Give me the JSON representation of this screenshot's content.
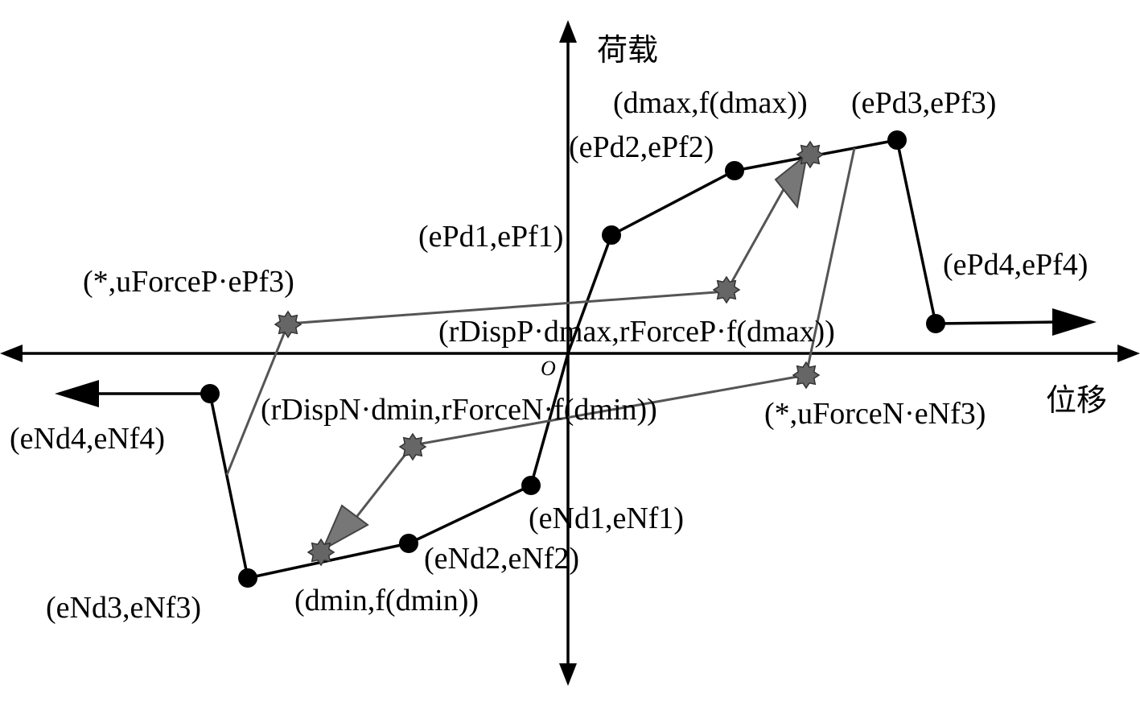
{
  "axes": {
    "y_label": "荷载",
    "x_label": "位移",
    "origin_label": "O"
  },
  "points": {
    "ePd1": "(ePd1,ePf1)",
    "ePd2": "(ePd2,ePf2)",
    "ePd3": "(ePd3,ePf3)",
    "ePd4": "(ePd4,ePf4)",
    "eNd1": "(eNd1,eNf1)",
    "eNd2": "(eNd2,eNf2)",
    "eNd3": "(eNd3,eNf3)",
    "eNd4": "(eNd4,eNf4)",
    "dmax": "(dmax,f(dmax))",
    "dmin": "(dmin,f(dmin))",
    "reload_pos": "(rDispP·dmax,rForceP·f(dmax))",
    "reload_neg": "(rDispN·dmin,rForceN·f(dmin))",
    "unload_pos": "(*,uForceP·ePf3)",
    "unload_neg": "(*,uForceN·eNf3)"
  },
  "colors": {
    "backbone": "#000000",
    "hysteresis": "#555555",
    "star_fill": "#666666",
    "arrow_fill": "#777777"
  }
}
